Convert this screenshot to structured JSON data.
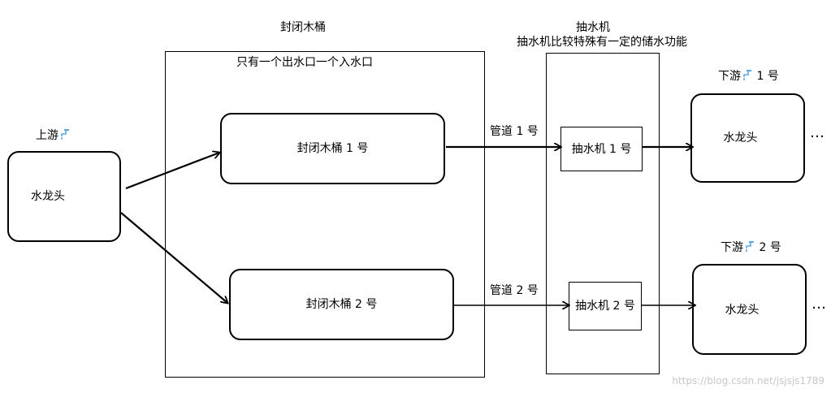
{
  "container": {
    "title": "封闭木桶",
    "subtitle": "只有一个出水口一个入水口"
  },
  "pump_group": {
    "title": "抽水机",
    "subtitle": "抽水机比较特殊有一定的储水功能"
  },
  "upstream": {
    "label": "上游",
    "box_text": "水龙头",
    "icon": "faucet-icon"
  },
  "barrels": [
    {
      "label": "封闭木桶 1 号"
    },
    {
      "label": "封闭木桶 2 号"
    }
  ],
  "pipes": [
    {
      "label": "管道 1 号"
    },
    {
      "label": "管道 2 号"
    }
  ],
  "pumps": [
    {
      "label": "抽水机 1 号"
    },
    {
      "label": "抽水机 2 号"
    }
  ],
  "downstream": [
    {
      "prefix": "下游",
      "suffix": " 1 号",
      "box_text": "水龙头",
      "more": "…",
      "icon": "faucet-icon"
    },
    {
      "prefix": "下游",
      "suffix": " 2 号",
      "box_text": "水龙头",
      "more": "…",
      "icon": "faucet-icon"
    }
  ],
  "watermark": "https://blog.csdn.net/jsjsjs1789",
  "colors": {
    "stroke": "#000000",
    "faucet_blue": "#5aa9e6",
    "watermark": "#c8c8c8"
  }
}
